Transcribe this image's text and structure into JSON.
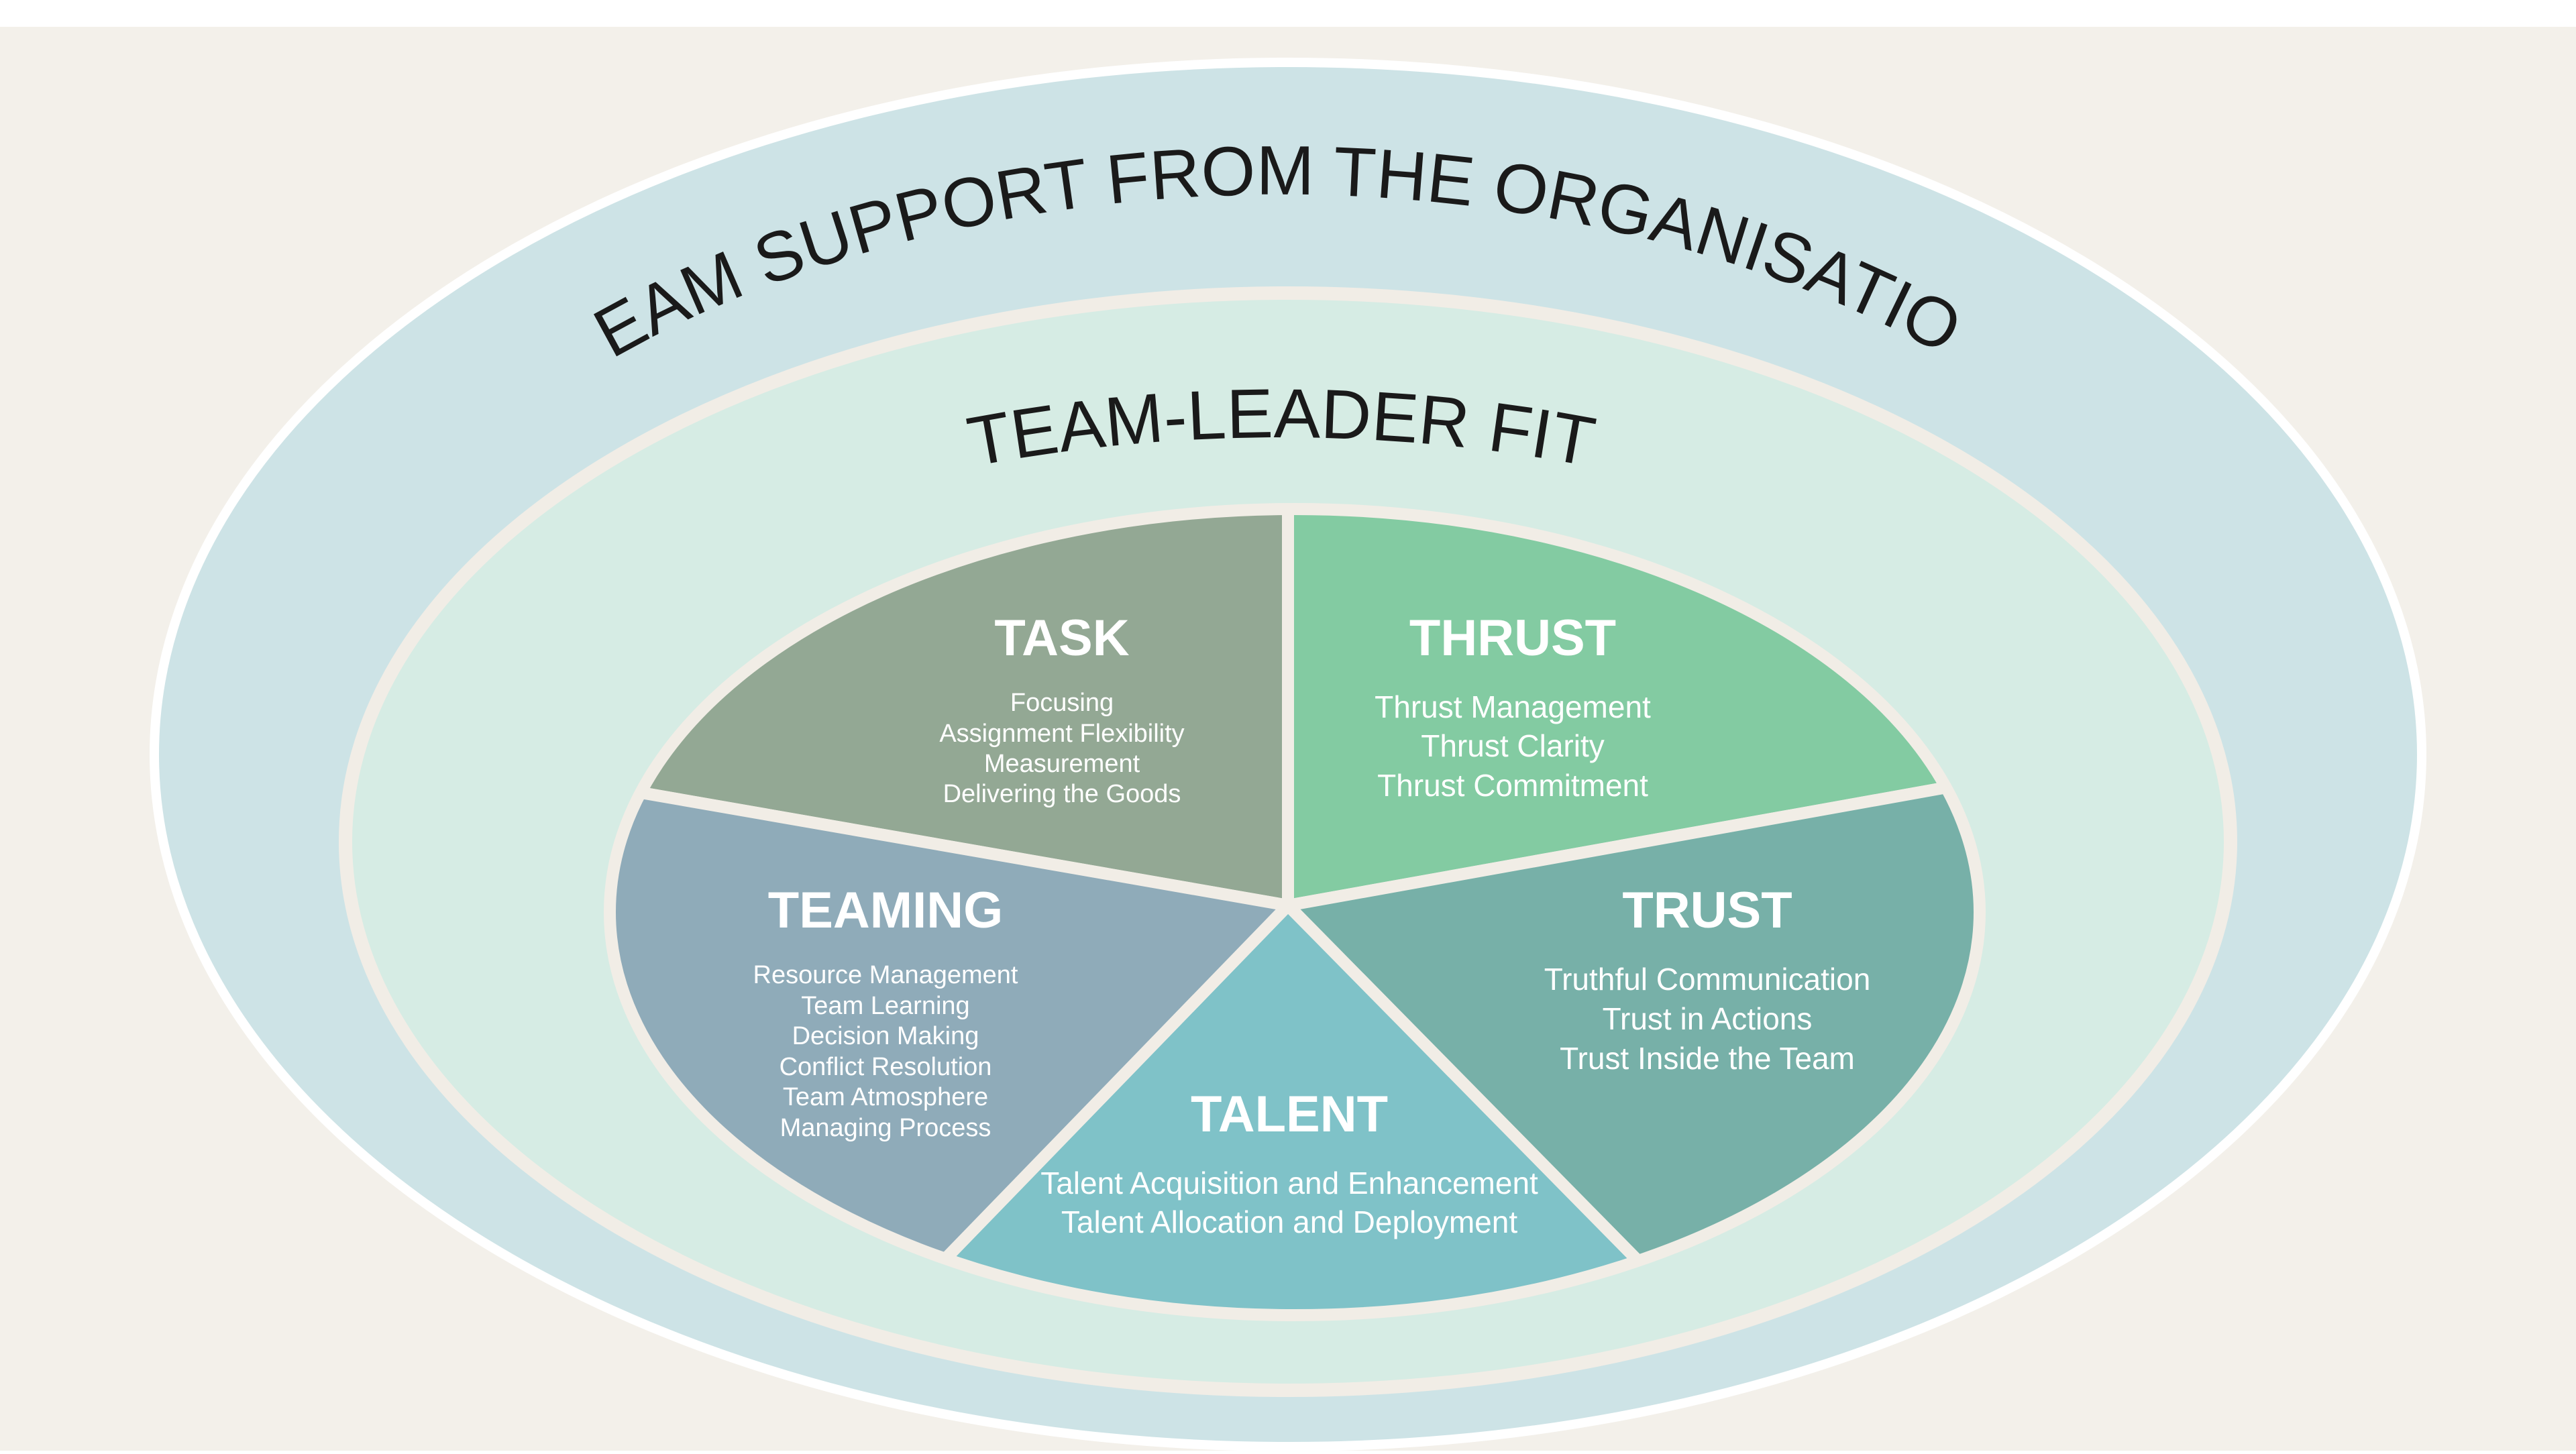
{
  "colors": {
    "background": "#f3f0ea",
    "outer_ring": "#cde3e6",
    "middle_ring": "#d6ece4",
    "white_border": "#ffffff",
    "inner_border": "#f1ede6",
    "task": "#93a894",
    "thrust": "#83cba2",
    "trust": "#77b0a8",
    "talent": "#7fc2c8",
    "teaming": "#8fabb9",
    "text_dark": "#1a1a1a",
    "text_light": "#ffffff"
  },
  "diagram": {
    "outer_label": "TEAM SUPPORT FROM THE ORGANISATION",
    "middle_label": "TEAM-LEADER FIT",
    "segments": {
      "task": {
        "title": "TASK",
        "items": [
          "Focusing",
          "Assignment Flexibility",
          "Measurement",
          "Delivering the Goods"
        ]
      },
      "thrust": {
        "title": "THRUST",
        "items": [
          "Thrust Management",
          "Thrust Clarity",
          "Thrust Commitment"
        ]
      },
      "trust": {
        "title": "TRUST",
        "items": [
          "Truthful Communication",
          "Trust in Actions",
          "Trust Inside the Team"
        ]
      },
      "talent": {
        "title": "TALENT",
        "items": [
          "Talent Acquisition and Enhancement",
          "Talent Allocation and Deployment"
        ]
      },
      "teaming": {
        "title": "TEAMING",
        "items": [
          "Resource Management",
          "Team Learning",
          "Decision Making",
          "Conflict Resolution",
          "Team Atmosphere",
          "Managing Process"
        ]
      }
    }
  }
}
